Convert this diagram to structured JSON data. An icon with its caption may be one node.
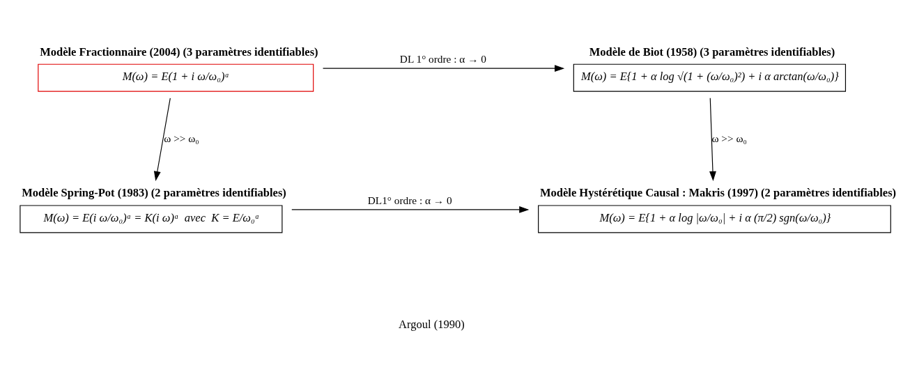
{
  "diagram": {
    "nodes": [
      {
        "text": [
          "Modèle Fractionnaire (2004) (3 paramètres identifiables)",
          "M(ω) = E(1 + i ω/ω₀)ᵅ"
        ]
      },
      {
        "text": [
          "Modèle de Biot (1958) (3 paramètres identifiables)",
          "M(ω) = E{1 + α log √(1 + (ω/ω₀)²) + i α arctan(ω/ω₀)}"
        ]
      },
      {
        "text": [
          "Modèle Spring-Pot (1983) (2 paramètres identifiables)",
          "M(ω) = E(i ω/ω₀)ᵅ = K(i ω)ᵅ  avec  K = E/ω₀ᵅ"
        ]
      },
      {
        "text": [
          "Modèle Hystérétique Causal : Makris (1997) (2 paramètres identifiables)",
          "M(ω) = E{1 + α log |ω/ω₀| + i α (π/2) sgn(ω/ω₀)}"
        ]
      }
    ],
    "edges": [
      {
        "from": 0,
        "to": 1,
        "arrow": "to",
        "label": "DL 1° ordre : α → 0"
      },
      {
        "from": 0,
        "to": 2,
        "arrow": "to",
        "label": "ω >> ω₀"
      },
      {
        "from": 1,
        "to": 3,
        "arrow": "to",
        "label": "ω >> ω₀"
      },
      {
        "from": 2,
        "to": 3,
        "arrow": "to",
        "label": "DL1° ordre : α → 0"
      }
    ],
    "labels": [
      "Argoul (1990)"
    ]
  }
}
